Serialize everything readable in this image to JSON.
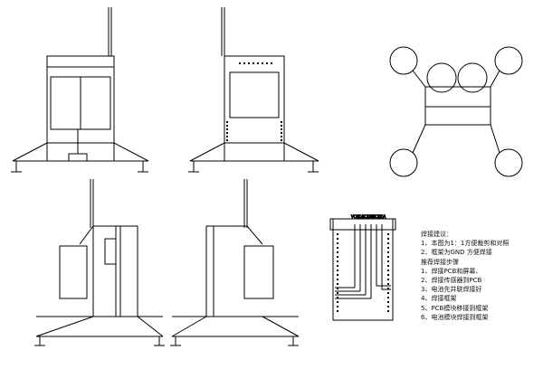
{
  "notes": {
    "title": "焊接建议：",
    "lines": [
      "1、本图为1：1方便裁剪和对照",
      "2、框架为GND 方便焊接",
      "推荐焊接步骤",
      "1、焊接PCB和屏幕、",
      "2、焊接传感器到PCB",
      "3、电池先并联焊接好",
      "4、焊接框架",
      "5、PCB模块移接到框架",
      "6、电池模块焊接到框架"
    ]
  },
  "pcb_labels": [
    "VCC",
    "SDA",
    "SCL",
    "GND",
    "SCL",
    "SDA"
  ],
  "colors": {
    "stroke": "#000000",
    "background": "#ffffff"
  }
}
